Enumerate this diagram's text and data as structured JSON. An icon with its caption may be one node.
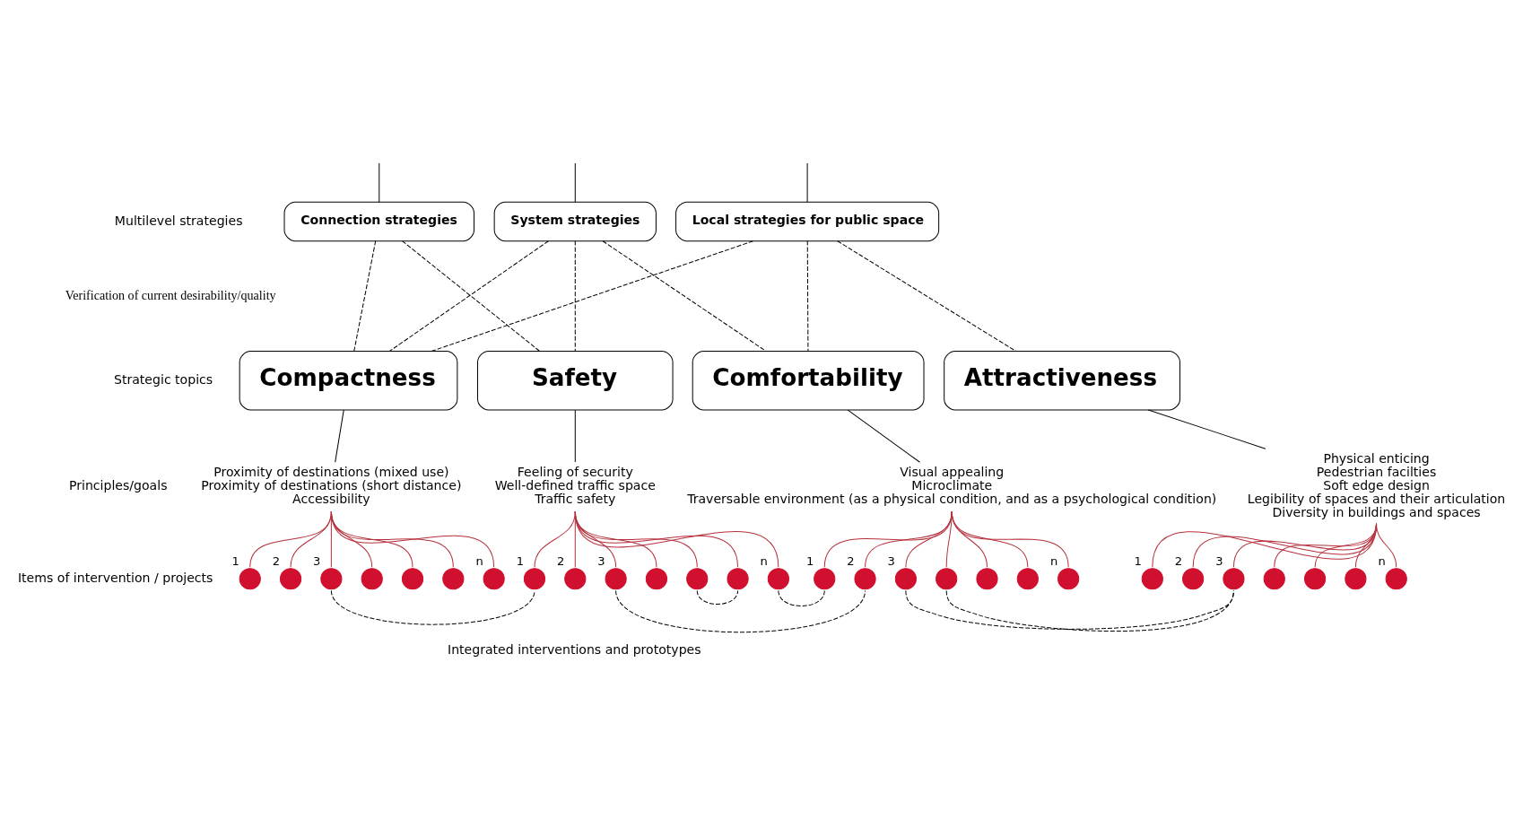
{
  "diagram": {
    "nodes": [
      {
        "text": [
          "Connection strategies"
        ]
      },
      {
        "text": [
          "System strategies"
        ]
      },
      {
        "text": [
          "Local strategies for public space"
        ]
      },
      {
        "text": [
          "Compactness"
        ]
      },
      {
        "text": [
          "Safety"
        ]
      },
      {
        "text": [
          "Comfortability"
        ]
      },
      {
        "text": [
          "Attractiveness"
        ]
      },
      {
        "text": [
          "Proximity of destinations (mixed use)",
          "Proximity of destinations (short distance)",
          "Accessibility"
        ]
      },
      {
        "text": [
          "Feeling of security",
          "Well-defined traffic space",
          "Traffic safety"
        ]
      },
      {
        "text": [
          "Visual appealing",
          "Microclimate",
          "Traversable environment (as a physical condition, and as a psychological condition)"
        ]
      },
      {
        "text": [
          "Physical enticing",
          "Pedestrian facilties",
          "Soft edge design",
          "Legibility of spaces and their articulation",
          "Diversity in buildings and spaces"
        ]
      },
      {
        "text": [],
        "shape": "circle",
        "beside": [
          "1"
        ]
      },
      {
        "text": [],
        "shape": "circle",
        "beside": [
          "2"
        ]
      },
      {
        "text": [],
        "shape": "circle",
        "beside": [
          "3"
        ]
      },
      {
        "text": [],
        "shape": "circle"
      },
      {
        "text": [],
        "shape": "circle"
      },
      {
        "text": [],
        "shape": "circle"
      },
      {
        "text": [],
        "shape": "circle",
        "beside": [
          "n"
        ]
      },
      {
        "text": [],
        "shape": "circle",
        "beside": [
          "1"
        ]
      },
      {
        "text": [],
        "shape": "circle",
        "beside": [
          "2"
        ]
      },
      {
        "text": [],
        "shape": "circle",
        "beside": [
          "3"
        ]
      },
      {
        "text": [],
        "shape": "circle"
      },
      {
        "text": [],
        "shape": "circle"
      },
      {
        "text": [],
        "shape": "circle"
      },
      {
        "text": [],
        "shape": "circle",
        "beside": [
          "n"
        ]
      },
      {
        "text": [],
        "shape": "circle",
        "beside": [
          "1"
        ]
      },
      {
        "text": [],
        "shape": "circle",
        "beside": [
          "2"
        ]
      },
      {
        "text": [],
        "shape": "circle",
        "beside": [
          "3"
        ]
      },
      {
        "text": [],
        "shape": "circle"
      },
      {
        "text": [],
        "shape": "circle"
      },
      {
        "text": [],
        "shape": "circle"
      },
      {
        "text": [],
        "shape": "circle",
        "beside": [
          "n"
        ]
      },
      {
        "text": [],
        "shape": "circle",
        "beside": [
          "1"
        ]
      },
      {
        "text": [],
        "shape": "circle",
        "beside": [
          "2"
        ]
      },
      {
        "text": [],
        "shape": "circle",
        "beside": [
          "3"
        ]
      },
      {
        "text": [],
        "shape": "circle"
      },
      {
        "text": [],
        "shape": "circle"
      },
      {
        "text": [],
        "shape": "circle"
      },
      {
        "text": [],
        "shape": "circle",
        "beside": [
          "n"
        ]
      }
    ],
    "edges": [
      {
        "from": null,
        "to": 0,
        "arrow": "none",
        "color": "#000000"
      },
      {
        "from": null,
        "to": 1,
        "arrow": "none",
        "color": "#000000"
      },
      {
        "from": null,
        "to": 2,
        "arrow": "none",
        "color": "#000000"
      },
      {
        "from": 0,
        "to": 3,
        "arrow": "none",
        "style": "dashed",
        "color": "#000000"
      },
      {
        "from": 0,
        "to": 4,
        "arrow": "none",
        "style": "dashed",
        "color": "#000000"
      },
      {
        "from": 1,
        "to": 3,
        "arrow": "none",
        "style": "dashed",
        "color": "#000000"
      },
      {
        "from": 1,
        "to": 4,
        "arrow": "none",
        "style": "dashed",
        "color": "#000000"
      },
      {
        "from": 1,
        "to": 5,
        "arrow": "none",
        "style": "dashed",
        "color": "#000000"
      },
      {
        "from": 2,
        "to": 3,
        "arrow": "none",
        "style": "dashed",
        "color": "#000000"
      },
      {
        "from": 2,
        "to": 5,
        "arrow": "none",
        "style": "dashed",
        "color": "#000000"
      },
      {
        "from": 2,
        "to": 6,
        "arrow": "none",
        "style": "dashed",
        "color": "#000000"
      },
      {
        "from": 3,
        "to": 7,
        "arrow": "none",
        "color": "#000000"
      },
      {
        "from": 4,
        "to": 8,
        "arrow": "none",
        "color": "#000000"
      },
      {
        "from": 5,
        "to": 9,
        "arrow": "none",
        "color": "#000000"
      },
      {
        "from": 6,
        "to": 10,
        "arrow": "none",
        "color": "#000000"
      },
      {
        "from": 7,
        "to": 11,
        "arrow": "none",
        "color": "#b5303c"
      },
      {
        "from": 7,
        "to": 12,
        "arrow": "none",
        "color": "#b5303c"
      },
      {
        "from": 7,
        "to": 13,
        "arrow": "none",
        "color": "#b5303c"
      },
      {
        "from": 7,
        "to": 14,
        "arrow": "none",
        "color": "#b5303c"
      },
      {
        "from": 7,
        "to": 15,
        "arrow": "none",
        "color": "#b5303c"
      },
      {
        "from": 7,
        "to": 16,
        "arrow": "none",
        "color": "#b5303c"
      },
      {
        "from": 7,
        "to": 17,
        "arrow": "none",
        "color": "#b5303c"
      },
      {
        "from": 8,
        "to": 18,
        "arrow": "none",
        "color": "#b5303c"
      },
      {
        "from": 8,
        "to": 19,
        "arrow": "none",
        "color": "#b5303c"
      },
      {
        "from": 8,
        "to": 20,
        "arrow": "none",
        "color": "#b5303c"
      },
      {
        "from": 8,
        "to": 21,
        "arrow": "none",
        "color": "#b5303c"
      },
      {
        "from": 8,
        "to": 22,
        "arrow": "none",
        "color": "#b5303c"
      },
      {
        "from": 8,
        "to": 23,
        "arrow": "none",
        "color": "#b5303c"
      },
      {
        "from": 8,
        "to": 24,
        "arrow": "none",
        "color": "#b5303c"
      },
      {
        "from": 9,
        "to": 25,
        "arrow": "none",
        "color": "#b5303c"
      },
      {
        "from": 9,
        "to": 26,
        "arrow": "none",
        "color": "#b5303c"
      },
      {
        "from": 9,
        "to": 27,
        "arrow": "none",
        "color": "#b5303c"
      },
      {
        "from": 9,
        "to": 28,
        "arrow": "none",
        "color": "#b5303c"
      },
      {
        "from": 9,
        "to": 29,
        "arrow": "none",
        "color": "#b5303c"
      },
      {
        "from": 9,
        "to": 30,
        "arrow": "none",
        "color": "#b5303c"
      },
      {
        "from": 9,
        "to": 31,
        "arrow": "none",
        "color": "#b5303c"
      },
      {
        "from": 10,
        "to": 32,
        "arrow": "none",
        "color": "#b5303c"
      },
      {
        "from": 10,
        "to": 33,
        "arrow": "none",
        "color": "#b5303c"
      },
      {
        "from": 10,
        "to": 34,
        "arrow": "none",
        "color": "#b5303c"
      },
      {
        "from": 10,
        "to": 35,
        "arrow": "none",
        "color": "#b5303c"
      },
      {
        "from": 10,
        "to": 36,
        "arrow": "none",
        "color": "#b5303c"
      },
      {
        "from": 10,
        "to": 37,
        "arrow": "none",
        "color": "#b5303c"
      },
      {
        "from": 10,
        "to": 38,
        "arrow": "none",
        "color": "#b5303c"
      },
      {
        "from": 13,
        "to": 18,
        "arrow": "none",
        "style": "dashed",
        "color": "#000000"
      },
      {
        "from": 22,
        "to": 23,
        "arrow": "none",
        "style": "dashed",
        "color": "#000000"
      },
      {
        "from": 24,
        "to": 25,
        "arrow": "none",
        "style": "dashed",
        "color": "#000000"
      },
      {
        "from": 20,
        "to": 26,
        "arrow": "none",
        "style": "dashed",
        "color": "#000000"
      },
      {
        "from": 27,
        "to": 34,
        "arrow": "none",
        "style": "dashed",
        "color": "#000000"
      },
      {
        "from": 28,
        "to": 34,
        "arrow": "none",
        "style": "dashed",
        "color": "#000000"
      }
    ],
    "labels": [
      "Multilevel strategies",
      "Verification of current desirability/quality",
      "Strategic topics",
      "Principles/goals",
      "Items of intervention / projects",
      "Integrated interventions and prototypes"
    ]
  }
}
